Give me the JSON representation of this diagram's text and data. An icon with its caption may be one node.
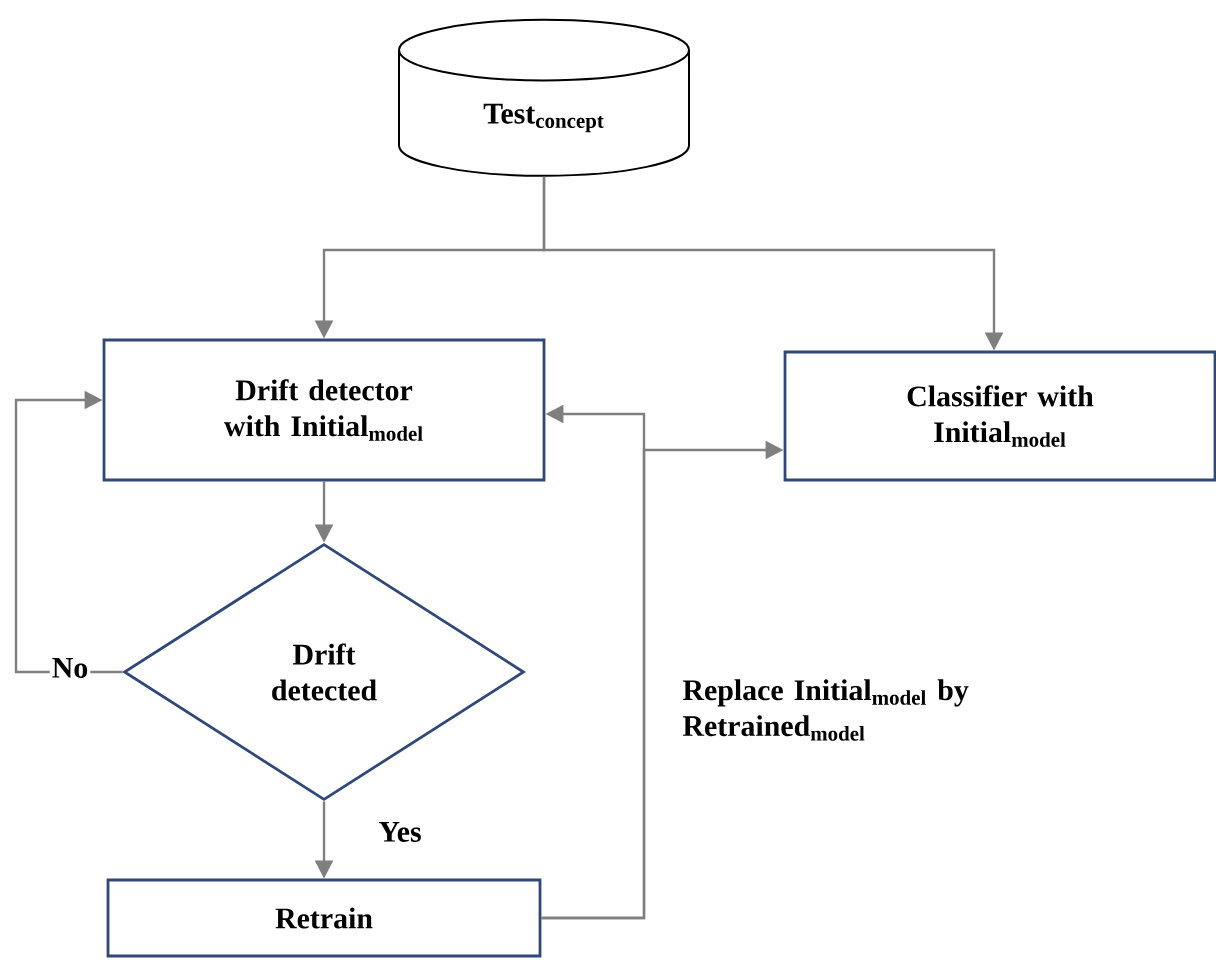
{
  "diagram": {
    "nodes": [
      {
        "text": [
          "Test$_{concept}$"
        ]
      },
      {
        "text": [
          "Drift detector with Initial$_{model}$"
        ]
      },
      {
        "text": [
          "Classifier with Initial$_{model}$"
        ]
      },
      {
        "text": [
          "Drift detected"
        ]
      },
      {
        "text": [
          "Retrain"
        ]
      }
    ],
    "edges": [
      {
        "from": 0,
        "to": 1,
        "arrow": "to"
      },
      {
        "from": 0,
        "to": 2,
        "arrow": "to"
      },
      {
        "from": 1,
        "to": 3,
        "arrow": "to"
      },
      {
        "from": 3,
        "to": 4,
        "arrow": "to",
        "label": "Yes"
      },
      {
        "from": 3,
        "to": 1,
        "arrow": "to",
        "label": "No"
      },
      {
        "from": 4,
        "to": 1,
        "arrow": "to",
        "label": "Replace Initial$_{model}$ by Retrained$_{model}$"
      },
      {
        "from": 4,
        "to": 2,
        "arrow": "to"
      }
    ]
  }
}
